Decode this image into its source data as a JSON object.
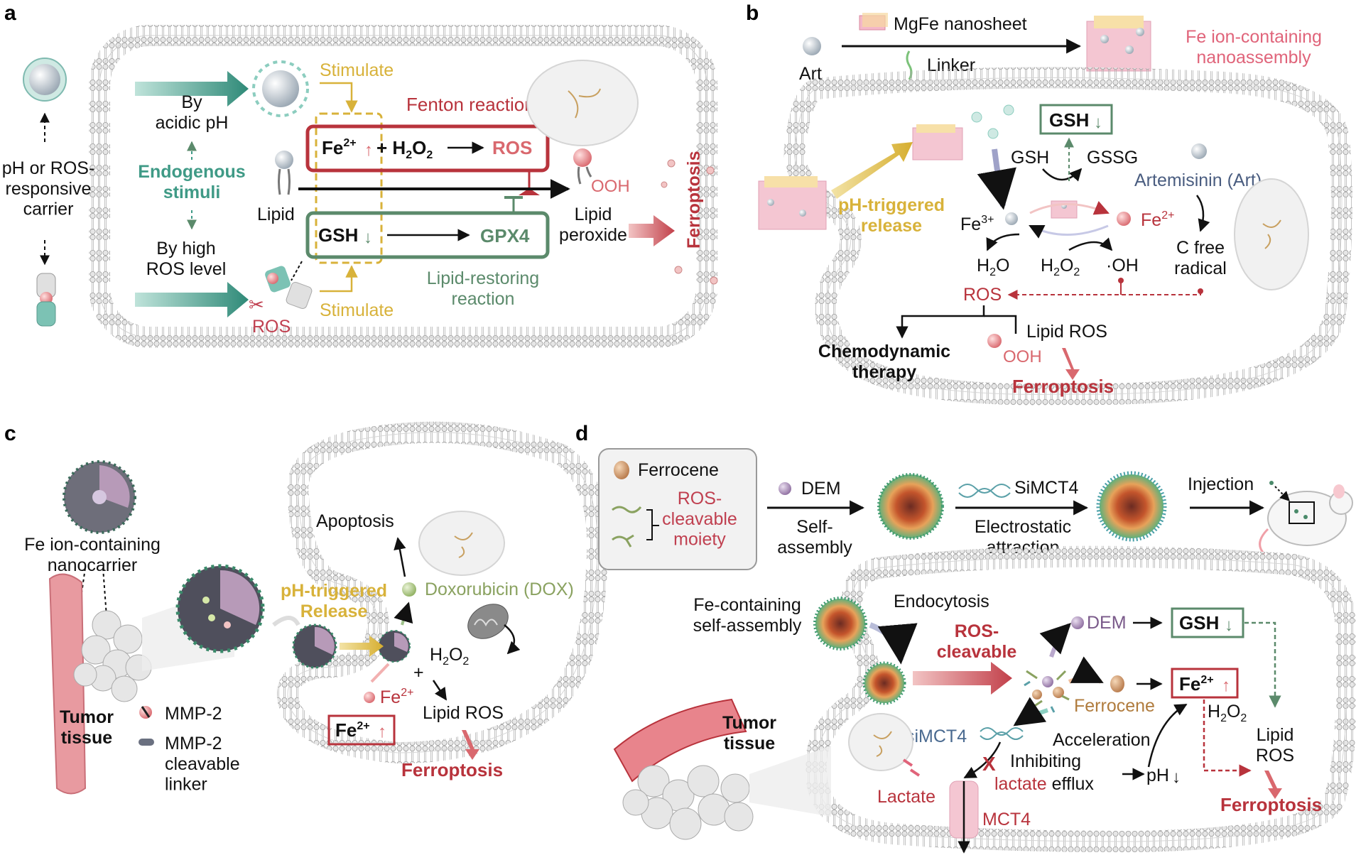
{
  "colors": {
    "teal": "#3f9a86",
    "red": "#b8333c",
    "pink": "#e0647a",
    "gold": "#d8b23a",
    "green": "#5b8a6b",
    "olive": "#8aa260",
    "membrane": "#9e9e9e",
    "text": "#111111"
  },
  "panel_a": {
    "letter": "a",
    "carrier_label": "pH or ROS-\nresponsive\ncarrier",
    "by_acidic": "By\nacidic pH",
    "endogenous": "Endogenous\nstimuli",
    "by_high": "By high\nROS level",
    "stimulate_top": "Stimulate",
    "stimulate_bottom": "Stimulate",
    "fenton": "Fenton reaction",
    "fe_up": "Fe",
    "fe_sup": "2+",
    "plus_h2o2": "+ H",
    "h2o2_sub": "2",
    "h2o2_o": "O",
    "ros": "ROS",
    "lipid": "Lipid",
    "ooh": "OOH",
    "lipid_peroxide": "Lipid\nperoxide",
    "gsh": "GSH",
    "gpx4": "GPX4",
    "lipid_restoring": "Lipid-restoring\nreaction",
    "ros_scissors": "ROS",
    "ferroptosis": "Ferroptosis"
  },
  "panel_b": {
    "letter": "b",
    "mgfe": "MgFe nanosheet",
    "linker": "Linker",
    "art": "Art",
    "fe_assembly": "Fe ion-containing\nnanoassembly",
    "gsh": "GSH",
    "gsh2": "GSH",
    "gssg": "GSSG",
    "artemisinin": "Artemisinin (Art)",
    "ph_release": "pH-triggered\nrelease",
    "fe3": "Fe",
    "fe3_sup": "3+",
    "fe2": "Fe",
    "fe2_sup": "2+",
    "h2o": "H",
    "h2o_rest": "O",
    "h2o2": "H",
    "oh": "·OH",
    "c_free": "C free\nradical",
    "ros": "ROS",
    "lipid_ros": "Lipid ROS",
    "chemo": "Chemodynamic\ntherapy",
    "ooh": "OOH",
    "ferroptosis": "Ferroptosis"
  },
  "panel_c": {
    "letter": "c",
    "fe_nanocarrier": "Fe ion-containing\nnanocarrier",
    "tumor": "Tumor\ntissue",
    "mmp2": "MMP-2",
    "mmp2_linker": "MMP-2\ncleavable\nlinker",
    "apoptosis": "Apoptosis",
    "ph_release": "pH-triggered\nRelease",
    "dox": "Doxorubicin (DOX)",
    "h2o2": "H",
    "plus": "+",
    "fe2": "Fe",
    "fe2_sup": "2+",
    "lipid_ros": "Lipid ROS",
    "fe_box": "Fe",
    "ferroptosis": "Ferroptosis"
  },
  "panel_d": {
    "letter": "d",
    "ferrocene_legend": "Ferrocene",
    "ros_cleavable_moiety": "ROS-\ncleavable\nmoiety",
    "dem": "DEM",
    "self_assembly": "Self-\nassembly",
    "simct4": "SiMCT4",
    "electrostatic": "Electrostatic\nattraction",
    "injection": "Injection",
    "fe_self_assembly": "Fe-containing\nself-assembly",
    "endocytosis": "Endocytosis",
    "ros_cleavable": "ROS-\ncleavable",
    "dem2": "DEM",
    "gsh": "GSH",
    "ferrocene": "Ferrocene",
    "fe_box": "Fe",
    "h2o2": "H",
    "sim": "siMCT4",
    "acceleration": "Acceleration",
    "inhibiting": "Inhibiting",
    "lactate_efflux_a": "lactate",
    "lactate_efflux_b": " efflux",
    "ph": "pH",
    "lactate": "Lactate",
    "mct4": "MCT4",
    "tumor": "Tumor\ntissue",
    "lipid_ros": "Lipid\nROS",
    "ferroptosis": "Ferroptosis"
  }
}
